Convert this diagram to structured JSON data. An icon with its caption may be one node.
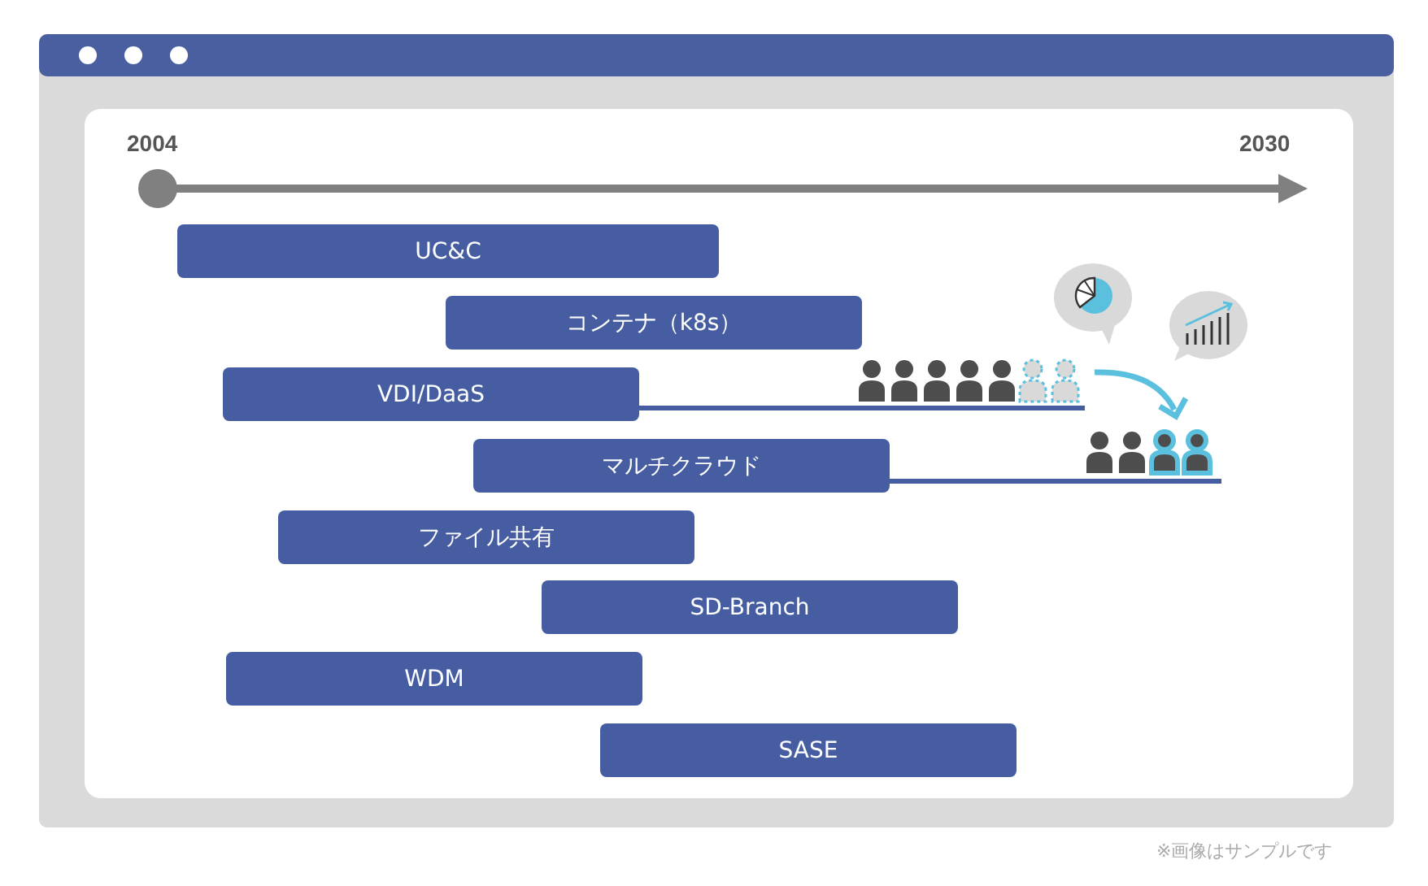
{
  "diagram": {
    "caption": "※画像はサンプルです",
    "nodes": [
      {
        "text": [
          "UC&C"
        ]
      },
      {
        "text": [
          "コンテナ（k8s）"
        ]
      },
      {
        "text": [
          "VDI/DaaS"
        ]
      },
      {
        "text": [
          "マルチクラウド"
        ]
      },
      {
        "text": [
          "ファイル共有"
        ]
      },
      {
        "text": [
          "SD-Branch"
        ]
      },
      {
        "text": [
          "WDM"
        ]
      },
      {
        "text": [
          "SASE"
        ]
      }
    ],
    "labels": [
      "2004",
      "2030"
    ]
  }
}
